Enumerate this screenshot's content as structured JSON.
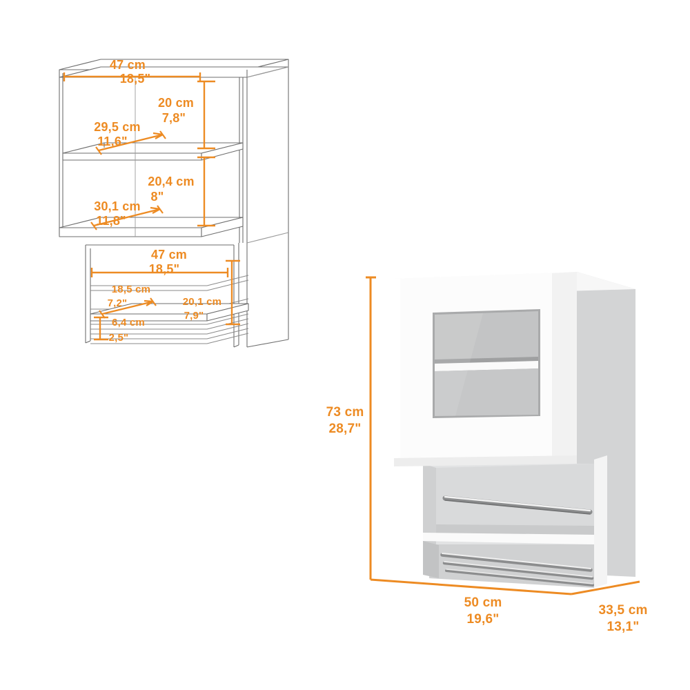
{
  "document": {
    "type": "product-dimension-diagram",
    "product": "wall mounted cabinet with glass door and towel rails",
    "accent_color": "#ED8B23",
    "line_color": "#6E6E6E",
    "panel_white": "#FFFFFF",
    "panel_light": "#F1F1F1",
    "panel_gray": "#C9CACB",
    "panel_shadow": "#D8D9DA",
    "background": "#FFFFFF"
  },
  "wireframe": {
    "title": "interior-dimensions-wireframe",
    "labels": {
      "top_width_cm": "47 cm",
      "top_width_in": "18,5\"",
      "upper_shelf_height_cm": "20 cm",
      "upper_shelf_height_in": "7,8\"",
      "upper_shelf_depth_cm": "29,5 cm",
      "upper_shelf_depth_in": "11,6\"",
      "lower_compartment_height_cm": "20,4 cm",
      "lower_compartment_height_in": "8\"",
      "lower_shelf_depth_cm": "30,1 cm",
      "lower_shelf_depth_in": "11,8\"",
      "rack_width_cm": "47 cm",
      "rack_width_in": "18,5\"",
      "rack_upper_height_cm": "18,5 cm",
      "rack_upper_height_in": "7,2\"",
      "rack_total_height_cm": "20,1 cm",
      "rack_total_height_in": "7,9\"",
      "rack_lower_height_cm": "6,4 cm",
      "rack_lower_height_in": "2,5\""
    }
  },
  "render": {
    "title": "exterior-dimensions-render",
    "labels": {
      "height_cm": "73 cm",
      "height_in": "28,7\"",
      "width_cm": "50 cm",
      "width_in": "19,6\"",
      "depth_cm": "33,5 cm",
      "depth_in": "13,1\""
    }
  }
}
